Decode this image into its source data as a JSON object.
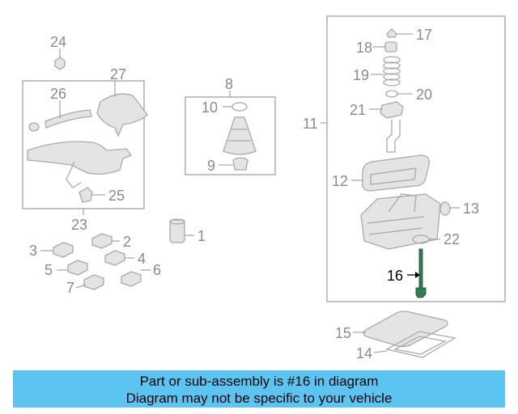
{
  "labels": {
    "p1": "1",
    "p2": "2",
    "p3": "3",
    "p4": "4",
    "p5": "5",
    "p6": "6",
    "p7": "7",
    "p8": "8",
    "p9": "9",
    "p10": "10",
    "p11": "11",
    "p12": "12",
    "p13": "13",
    "p14": "14",
    "p15": "15",
    "p16": "16",
    "p17": "17",
    "p18": "18",
    "p19": "19",
    "p20": "20",
    "p21": "21",
    "p22": "22",
    "p23": "23",
    "p24": "24",
    "p25": "25",
    "p26": "26",
    "p27": "27"
  },
  "highlighted_part": "16",
  "caption": {
    "line1": "Part or sub-assembly is #16 in diagram",
    "line2": "Diagram may not be specific to your vehicle"
  },
  "colors": {
    "caption_bg": "#5bc4f0",
    "highlight_part": "#2e7d4f",
    "line_gray": "#a9a9a9"
  }
}
